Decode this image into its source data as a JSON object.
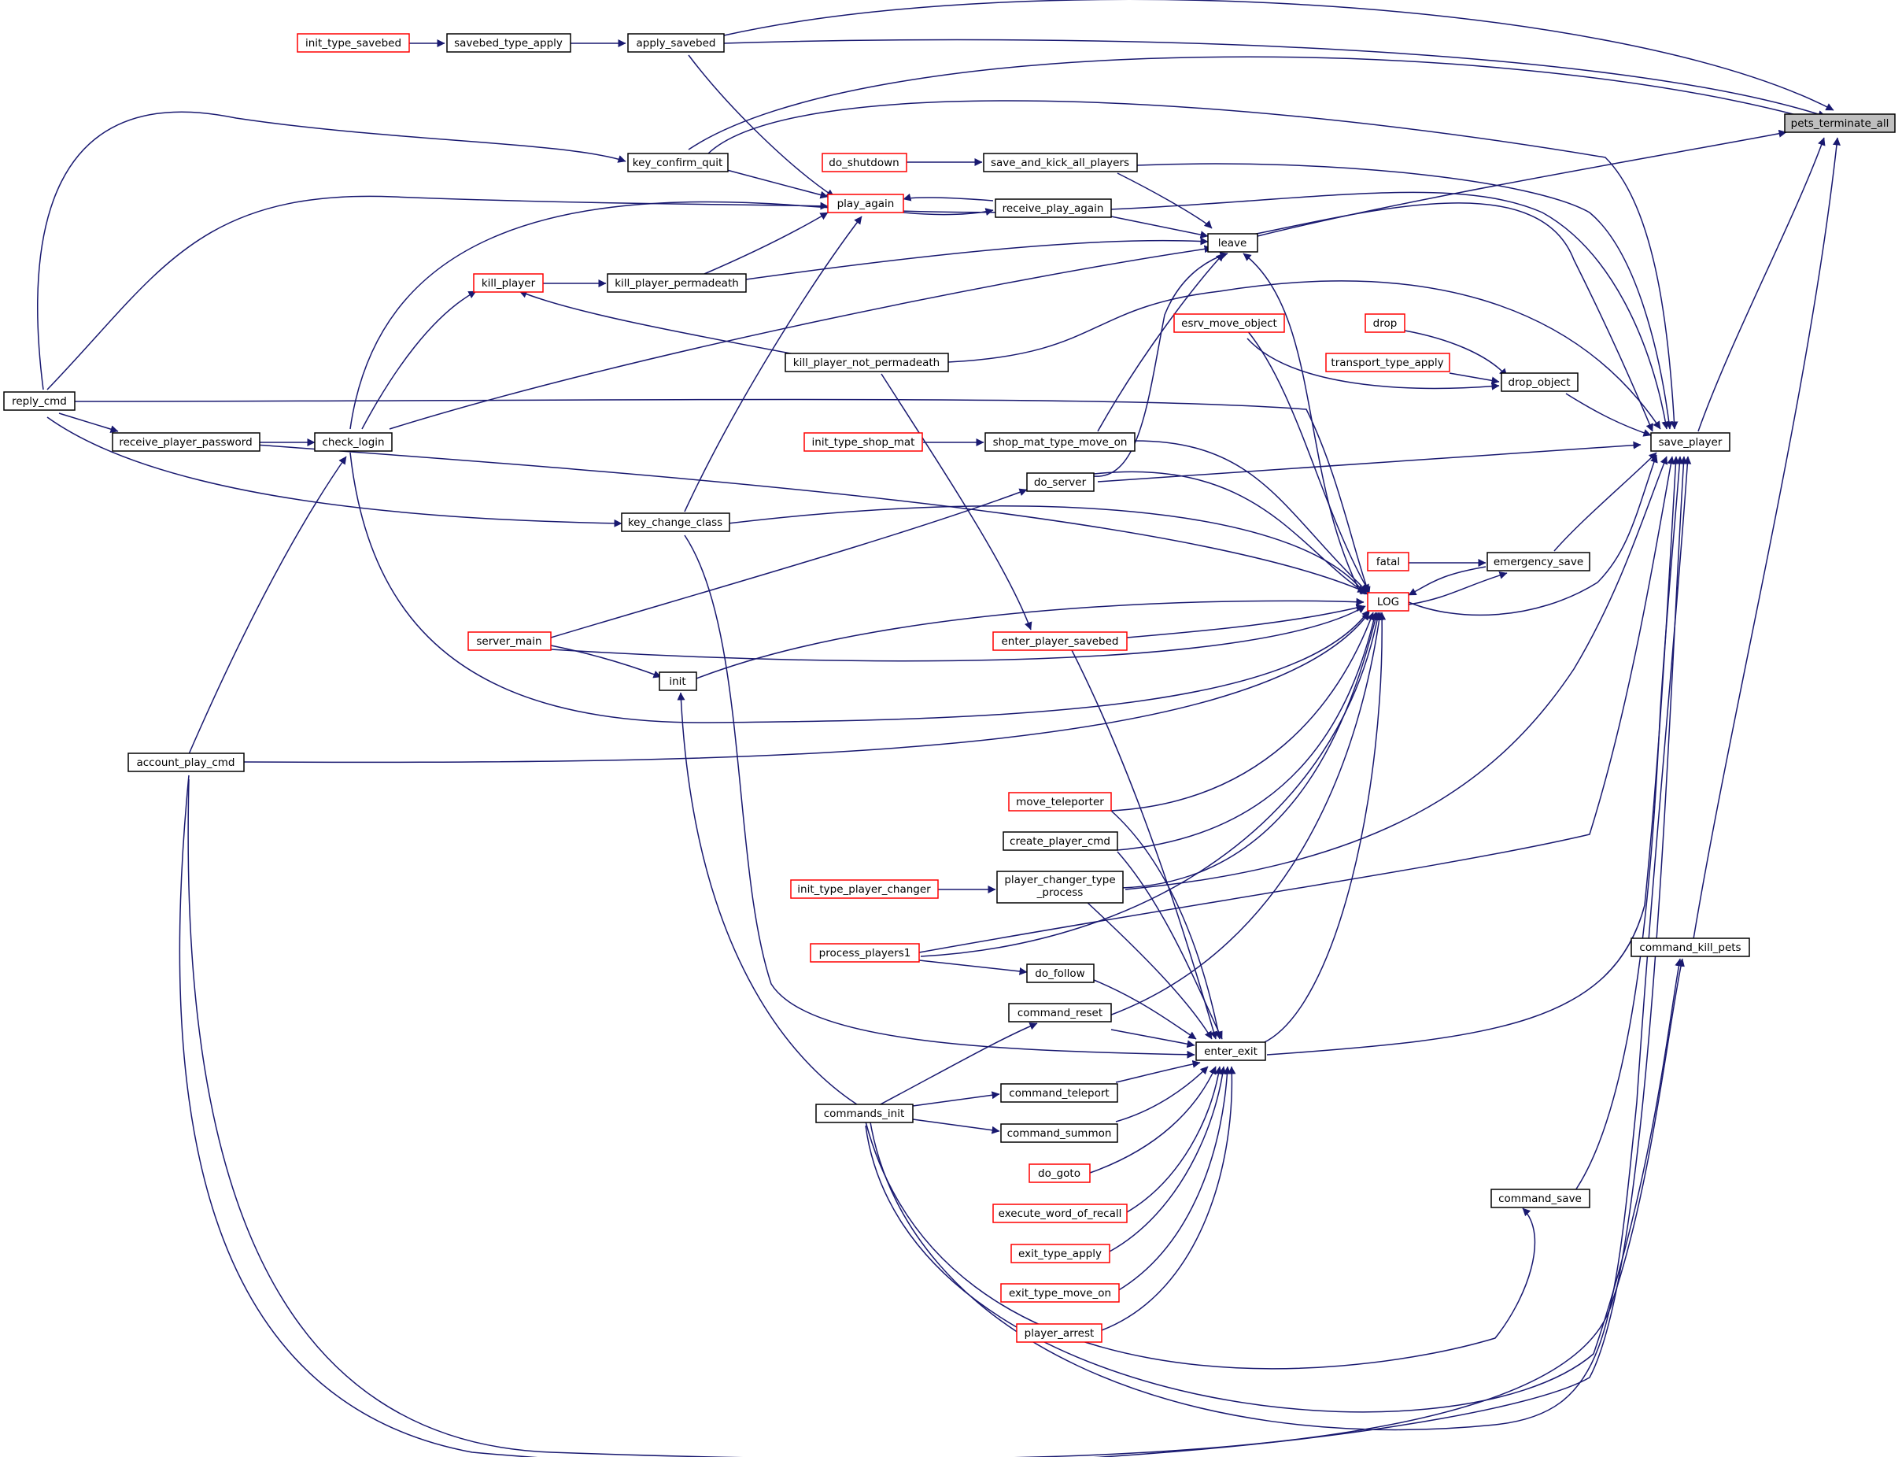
{
  "diagram": {
    "type": "doxygen caller graph",
    "colors": {
      "edge": "#191970",
      "internal_border": "#000000",
      "external_border": "#ff0000",
      "root_fill": "#bfbfbf"
    },
    "nodes": [
      {
        "id": "pets_terminate_all",
        "label": "pets_terminate_all",
        "style": "root"
      },
      {
        "id": "init_type_savebed",
        "label": "init_type_savebed",
        "style": "red"
      },
      {
        "id": "savebed_type_apply",
        "label": "savebed_type_apply",
        "style": "black"
      },
      {
        "id": "apply_savebed",
        "label": "apply_savebed",
        "style": "black"
      },
      {
        "id": "key_confirm_quit",
        "label": "key_confirm_quit",
        "style": "black"
      },
      {
        "id": "do_shutdown",
        "label": "do_shutdown",
        "style": "red"
      },
      {
        "id": "save_and_kick_all_players",
        "label": "save_and_kick_all_players",
        "style": "black"
      },
      {
        "id": "play_again",
        "label": "play_again",
        "style": "red"
      },
      {
        "id": "receive_play_again",
        "label": "receive_play_again",
        "style": "black"
      },
      {
        "id": "leave",
        "label": "leave",
        "style": "black"
      },
      {
        "id": "kill_player",
        "label": "kill_player",
        "style": "red"
      },
      {
        "id": "kill_player_permadeath",
        "label": "kill_player_permadeath",
        "style": "black"
      },
      {
        "id": "drop",
        "label": "drop",
        "style": "red"
      },
      {
        "id": "esrv_move_object",
        "label": "esrv_move_object",
        "style": "red"
      },
      {
        "id": "transport_type_apply",
        "label": "transport_type_apply",
        "style": "red"
      },
      {
        "id": "kill_player_not_permadeath",
        "label": "kill_player_not_permadeath",
        "style": "black"
      },
      {
        "id": "drop_object",
        "label": "drop_object",
        "style": "black"
      },
      {
        "id": "reply_cmd",
        "label": "reply_cmd",
        "style": "black"
      },
      {
        "id": "receive_player_password",
        "label": "receive_player_password",
        "style": "black"
      },
      {
        "id": "check_login",
        "label": "check_login",
        "style": "black"
      },
      {
        "id": "init_type_shop_mat",
        "label": "init_type_shop_mat",
        "style": "red"
      },
      {
        "id": "shop_mat_type_move_on",
        "label": "shop_mat_type_move_on",
        "style": "black"
      },
      {
        "id": "save_player",
        "label": "save_player",
        "style": "black"
      },
      {
        "id": "do_server",
        "label": "do_server",
        "style": "black"
      },
      {
        "id": "key_change_class",
        "label": "key_change_class",
        "style": "black"
      },
      {
        "id": "fatal",
        "label": "fatal",
        "style": "red"
      },
      {
        "id": "emergency_save",
        "label": "emergency_save",
        "style": "black"
      },
      {
        "id": "LOG",
        "label": "LOG",
        "style": "red"
      },
      {
        "id": "server_main",
        "label": "server_main",
        "style": "red"
      },
      {
        "id": "enter_player_savebed",
        "label": "enter_player_savebed",
        "style": "red"
      },
      {
        "id": "init",
        "label": "init",
        "style": "black"
      },
      {
        "id": "account_play_cmd",
        "label": "account_play_cmd",
        "style": "black"
      },
      {
        "id": "move_teleporter",
        "label": "move_teleporter",
        "style": "red"
      },
      {
        "id": "create_player_cmd",
        "label": "create_player_cmd",
        "style": "black"
      },
      {
        "id": "init_type_player_changer",
        "label": "init_type_player_changer",
        "style": "red"
      },
      {
        "id": "player_changer_type_process",
        "label": "player_changer_type\n_process",
        "style": "black"
      },
      {
        "id": "command_kill_pets",
        "label": "command_kill_pets",
        "style": "black"
      },
      {
        "id": "process_players1",
        "label": "process_players1",
        "style": "red"
      },
      {
        "id": "do_follow",
        "label": "do_follow",
        "style": "black"
      },
      {
        "id": "command_reset",
        "label": "command_reset",
        "style": "black"
      },
      {
        "id": "enter_exit",
        "label": "enter_exit",
        "style": "black"
      },
      {
        "id": "command_teleport",
        "label": "command_teleport",
        "style": "black"
      },
      {
        "id": "commands_init",
        "label": "commands_init",
        "style": "black"
      },
      {
        "id": "command_summon",
        "label": "command_summon",
        "style": "black"
      },
      {
        "id": "do_goto",
        "label": "do_goto",
        "style": "red"
      },
      {
        "id": "command_save",
        "label": "command_save",
        "style": "black"
      },
      {
        "id": "execute_word_of_recall",
        "label": "execute_word_of_recall",
        "style": "red"
      },
      {
        "id": "exit_type_apply",
        "label": "exit_type_apply",
        "style": "red"
      },
      {
        "id": "exit_type_move_on",
        "label": "exit_type_move_on",
        "style": "red"
      },
      {
        "id": "player_arrest",
        "label": "player_arrest",
        "style": "red"
      }
    ]
  }
}
